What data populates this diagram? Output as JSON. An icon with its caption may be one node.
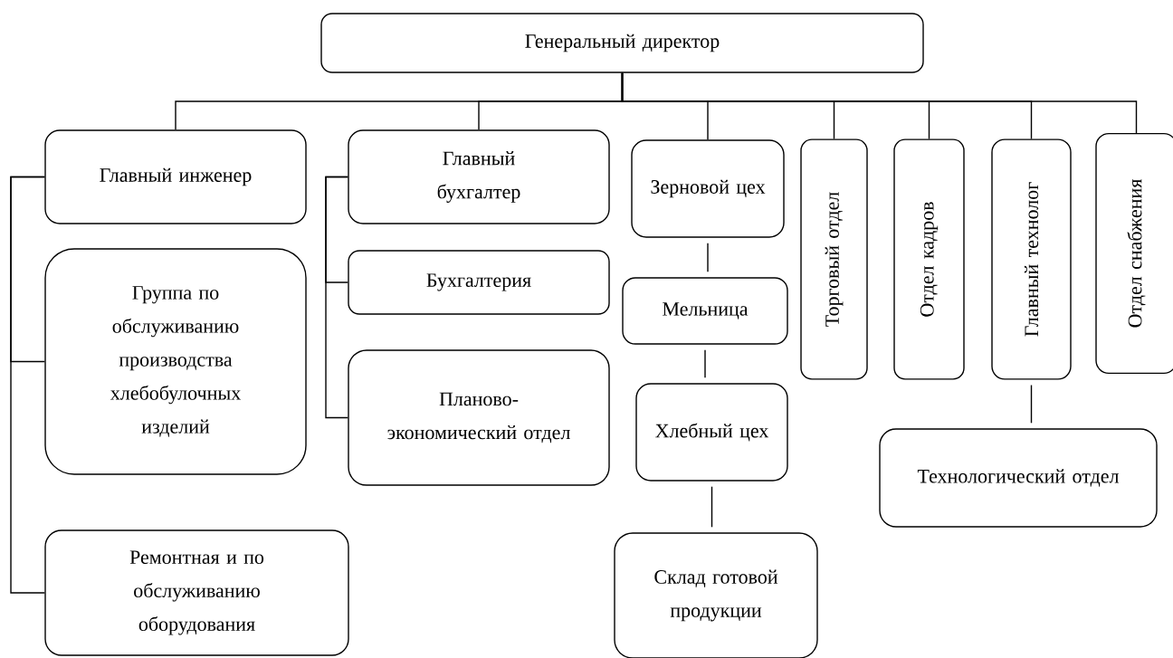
{
  "diagram": {
    "nodes": [
      {
        "text": [
          "Генеральный директор"
        ]
      },
      {
        "text": [
          "Главный инженер"
        ]
      },
      {
        "text": [
          "Группа по обслуживанию производства хлебобулочных изделий"
        ]
      },
      {
        "text": [
          "Ремонтная и по обслуживанию оборудования"
        ]
      },
      {
        "text": [
          "Главный бухгалтер"
        ]
      },
      {
        "text": [
          "Бухгалтерия"
        ]
      },
      {
        "text": [
          "Планово-экономический отдел"
        ]
      },
      {
        "text": [
          "Зерновой цех"
        ]
      },
      {
        "text": [
          "Мельница"
        ]
      },
      {
        "text": [
          "Хлебный цех"
        ]
      },
      {
        "text": [
          "Склад готовой продукции"
        ]
      },
      {
        "text": [
          "Торговый отдел"
        ]
      },
      {
        "text": [
          "Отдел кадров"
        ]
      },
      {
        "text": [
          "Главный технолог"
        ]
      },
      {
        "text": [
          "Отдел снабжения"
        ]
      },
      {
        "text": [
          "Технологический отдел"
        ]
      }
    ],
    "edges": [
      {
        "from": 0,
        "to": 1,
        "arrow": "none"
      },
      {
        "from": 0,
        "to": 4,
        "arrow": "none"
      },
      {
        "from": 0,
        "to": 7,
        "arrow": "none"
      },
      {
        "from": 0,
        "to": 11,
        "arrow": "none"
      },
      {
        "from": 0,
        "to": 12,
        "arrow": "none"
      },
      {
        "from": 0,
        "to": 13,
        "arrow": "none"
      },
      {
        "from": 0,
        "to": 14,
        "arrow": "none"
      },
      {
        "from": 1,
        "to": 2,
        "arrow": "none"
      },
      {
        "from": 1,
        "to": 3,
        "arrow": "none"
      },
      {
        "from": 4,
        "to": 5,
        "arrow": "none"
      },
      {
        "from": 4,
        "to": 6,
        "arrow": "none"
      },
      {
        "from": 7,
        "to": 8,
        "arrow": "none"
      },
      {
        "from": 8,
        "to": 9,
        "arrow": "none"
      },
      {
        "from": 9,
        "to": 10,
        "arrow": "none"
      },
      {
        "from": 13,
        "to": 15,
        "arrow": "none"
      }
    ]
  }
}
